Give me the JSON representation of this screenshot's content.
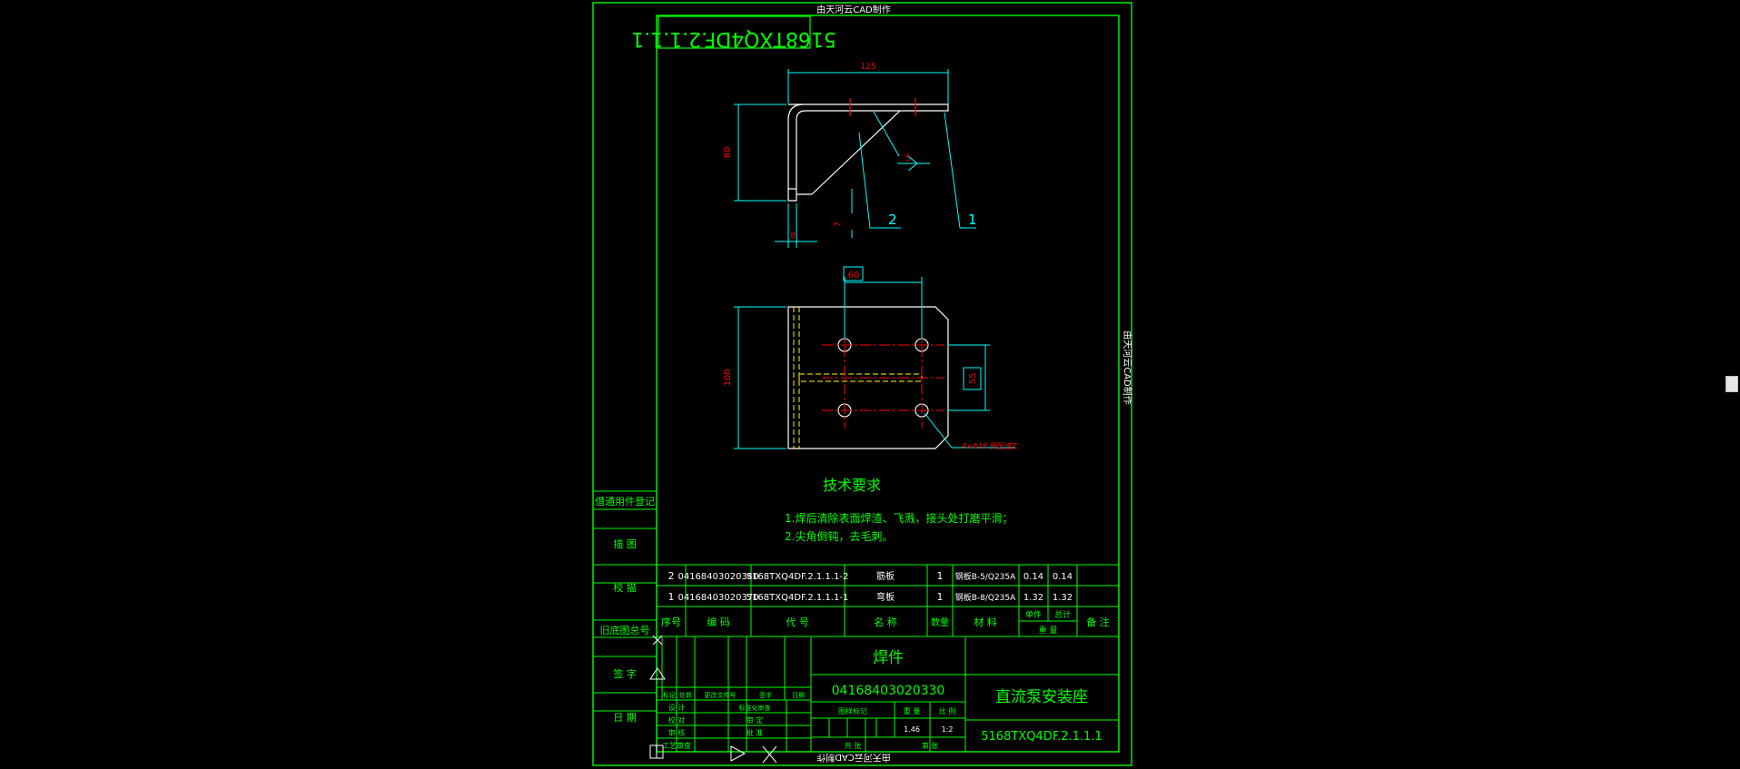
{
  "watermark": {
    "top": "由天河云CAD制作",
    "side": "由天河云CAD制作",
    "bottom": "由天河云CAD制作"
  },
  "drawing_no_mirrored": "5168TXQ4DF.2.1.1.1",
  "dimensions": {
    "top_width": "125",
    "left_height": "80",
    "thickness": "8",
    "small": "7",
    "weld": "5",
    "hole_spacing": "60",
    "plan_height": "100",
    "hole_v": "55",
    "hole_note": "4×Φ18 预配加工"
  },
  "balloons": {
    "b1": "1",
    "b2": "2"
  },
  "tech": {
    "title": "技术要求",
    "line1": "1.焊后清除表面焊渣、飞溅，接头处打磨平滑；",
    "line2": "2.尖角倒钝，去毛刺。"
  },
  "left_labels": {
    "l1": "借通用件登记",
    "l2": "描  图",
    "l3": "校  描",
    "l4": "旧底图总号",
    "l5": "签  字",
    "l6": "日  期"
  },
  "bom": {
    "rows": [
      {
        "no": "2",
        "code": "04168403020340",
        "drawing": "5168TXQ4DF.2.1.1.1-2",
        "name": "筋板",
        "qty": "1",
        "material": "钢板B-5/Q235A",
        "unit": "0.14",
        "total": "0.14"
      },
      {
        "no": "1",
        "code": "04168403020370",
        "drawing": "5168TXQ4DF.2.1.1.1-1",
        "name": "弯板",
        "qty": "1",
        "material": "钢板B-8/Q235A",
        "unit": "1.32",
        "total": "1.32"
      }
    ],
    "header": {
      "no": "序号",
      "code": "编  码",
      "drawing": "代  号",
      "name": "名  称",
      "qty": "数量",
      "material": "材  料",
      "unit": "单件",
      "total": "总计",
      "weight": "重  量",
      "remark": "备  注"
    }
  },
  "title_block": {
    "part_type": "焊件",
    "code": "04168403020330",
    "name": "直流泵安装座",
    "drawing_no": "5168TXQ4DF.2.1.1.1",
    "mark_labels": [
      "标记",
      "处数",
      "更改文件号",
      "签字",
      "日期"
    ],
    "role_labels": [
      "设 计",
      "校 对",
      "审 核",
      "工艺审查"
    ],
    "role_labels2": [
      "标准化审查",
      "审 定",
      "批 准"
    ],
    "stage_label": "图样标记",
    "weight_label": "重 量",
    "scale_label": "比 例",
    "weight": "1.46",
    "scale": "1:2",
    "sheet_total": "共  张",
    "sheet_no": "第  张"
  },
  "colors": {
    "frame": "#00ff00",
    "dim": "#00ffff",
    "center": "#ff0000",
    "part": "#ffffff",
    "hidden": "#ffff00",
    "text": "#00ff00"
  }
}
